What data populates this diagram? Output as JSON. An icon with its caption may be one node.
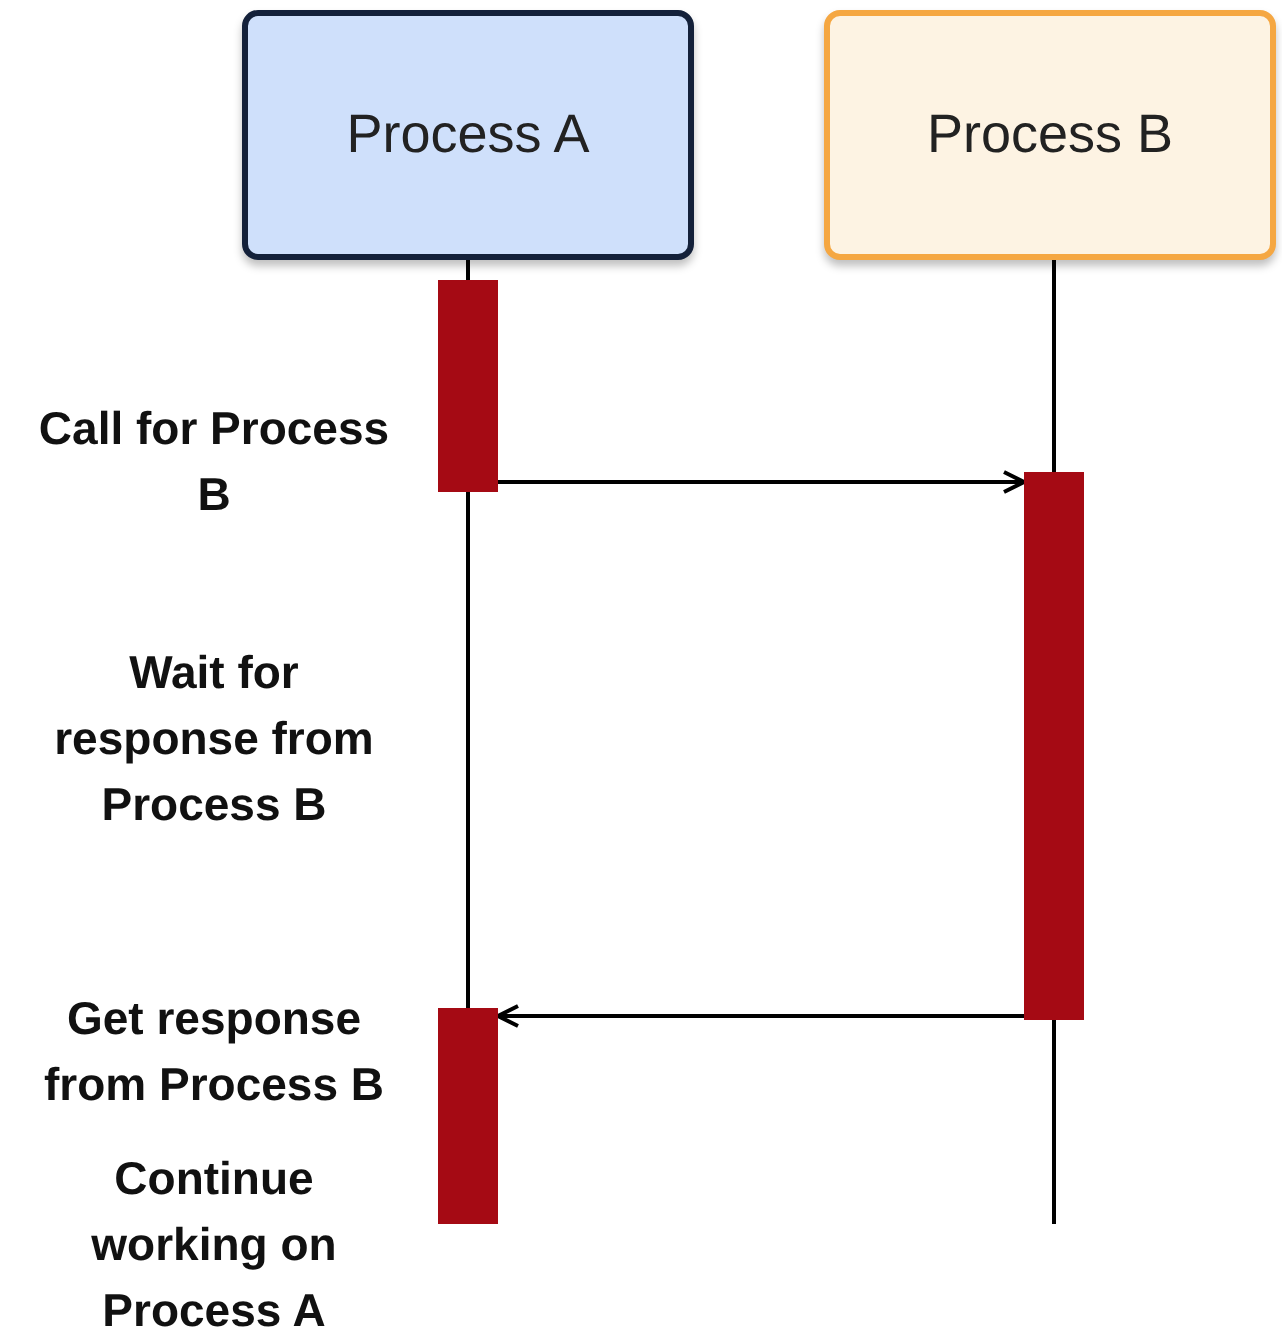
{
  "diagram": {
    "nodes": [
      {
        "text": [
          "Process A"
        ]
      },
      {
        "text": [
          "Process B"
        ]
      },
      {
        "text": [],
        "shape": "bar",
        "beside": [
          "Call for Process B"
        ]
      },
      {
        "text": [],
        "shape": "bar"
      },
      {
        "text": [],
        "shape": "bar",
        "beside": [
          "Get response from Process B",
          "Continue working on Process A"
        ]
      }
    ],
    "edges": [
      {
        "from": 2,
        "to": 3,
        "arrow": "to"
      },
      {
        "from": 3,
        "to": 4,
        "arrow": "to"
      },
      {
        "from": 0,
        "to": 2,
        "arrow": "none"
      },
      {
        "from": 2,
        "to": 4,
        "arrow": "none"
      },
      {
        "from": 1,
        "to": 3,
        "arrow": "none"
      },
      {
        "from": 3,
        "to": null,
        "arrow": "none"
      }
    ],
    "labels": [
      "Wait for response from Process B"
    ]
  }
}
